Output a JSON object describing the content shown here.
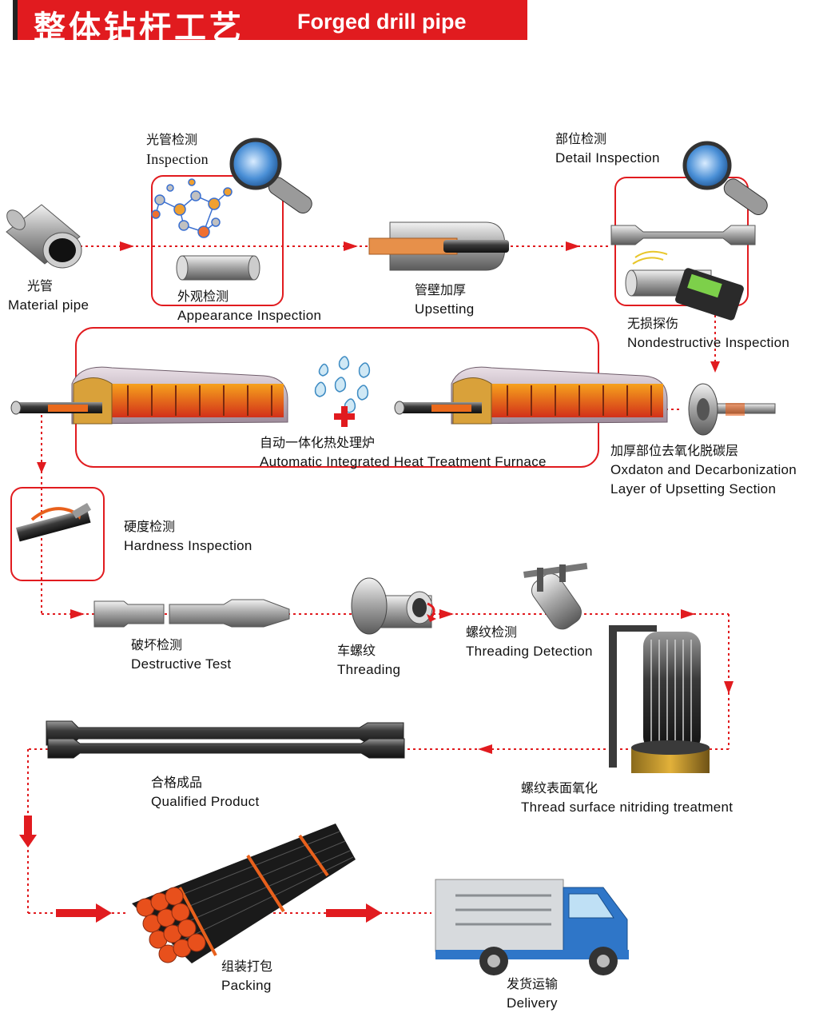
{
  "header": {
    "title_zh": "整体钻杆工艺",
    "title_en": "Forged drill pipe"
  },
  "colors": {
    "accent": "#e11b1f",
    "flow_line": "#e11b1f",
    "pipe_dark": "#333333",
    "furnace_orange": "#e8601c"
  },
  "steps": {
    "material_pipe": {
      "zh": "光管",
      "en": "Material pipe"
    },
    "inspection": {
      "zh": "光管检测",
      "en": "Inspection"
    },
    "appearance": {
      "zh": "外观检测",
      "en": "Appearance Inspection"
    },
    "upsetting": {
      "zh": "管壁加厚",
      "en": "Upsetting"
    },
    "detail": {
      "zh": "部位检测",
      "en": "Detail Inspection"
    },
    "nondestructive": {
      "zh": "无损探伤",
      "en": "Nondestructive Inspection"
    },
    "decarbonization": {
      "zh": "加厚部位去氧化脱碳层",
      "en1": "Oxdaton and Decarbonization",
      "en2": "Layer of Upsetting Section"
    },
    "furnace": {
      "zh": "自动一体化热处理炉",
      "en": "Automatic Integrated Heat Treatment Furnace"
    },
    "hardness": {
      "zh": "硬度检测",
      "en": "Hardness Inspection"
    },
    "destructive": {
      "zh": "破坏检测",
      "en": "Destructive Test"
    },
    "threading": {
      "zh": "车螺纹",
      "en": "Threading"
    },
    "thread_detect": {
      "zh": "螺纹检测",
      "en": "Threading Detection"
    },
    "nitriding": {
      "zh": "螺纹表面氧化",
      "en": "Thread surface nitriding treatment"
    },
    "qualified": {
      "zh": "合格成品",
      "en": "Qualified Product"
    },
    "packing": {
      "zh": "组装打包",
      "en": "Packing"
    },
    "delivery": {
      "zh": "发货运输",
      "en": "Delivery"
    }
  }
}
